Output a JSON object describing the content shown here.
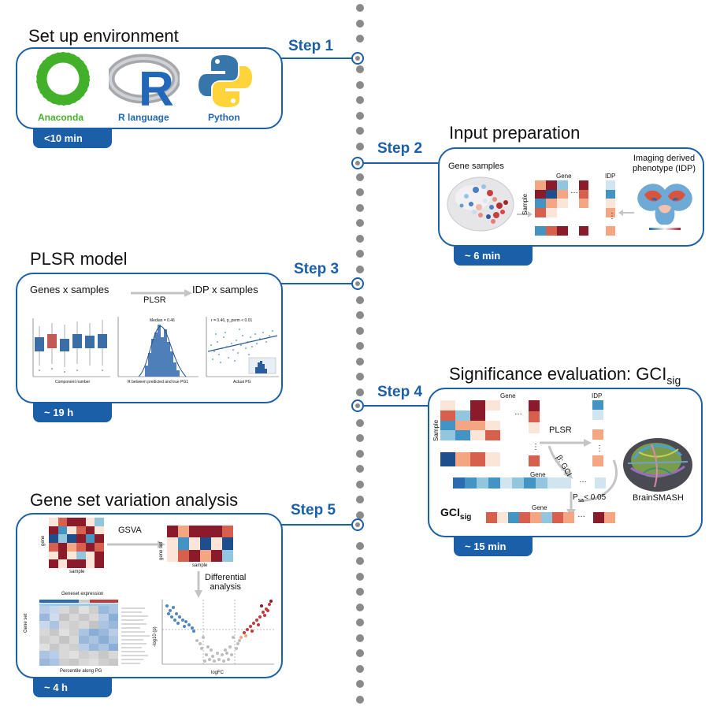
{
  "colors": {
    "accent": "#1a5fa8",
    "dot": "#8a8a8a",
    "arrow": "#c4c4c4",
    "dark_red": "#8b1a2b",
    "red": "#d6604d",
    "light_red": "#f4a582",
    "pale": "#fbe4d8",
    "light_blue": "#92c5de",
    "blue": "#4393c3",
    "dark_blue": "#1f4e8c"
  },
  "steps": {
    "s1": {
      "label": "Step 1",
      "title": "Set up environment",
      "time": "<10 min",
      "logos": {
        "anaconda": "Anaconda",
        "r": "R language",
        "python": "Python"
      }
    },
    "s2": {
      "label": "Step 2",
      "title": "Input preparation",
      "time": "~ 6 min",
      "gene_samples": "Gene samples",
      "gene": "Gene",
      "idp": "IDP",
      "sample": "Sample",
      "phenotype": "Imaging derived\nphenotype (IDP)",
      "dots": "…",
      "vdots": "⋮"
    },
    "s3": {
      "label": "Step 3",
      "title": "PLSR model",
      "time": "~ 19 h",
      "left": "Genes x samples",
      "arrow": "PLSR",
      "right": "IDP x samples",
      "median": "Median = 0.46",
      "corr": "r = 0.46, p_perm < 0.01",
      "xlab1": "Component number",
      "xlab2": "R between predicted and true PG1",
      "xlab3": "Actual PG"
    },
    "s4": {
      "label": "Step 4",
      "title_main": "Significance evaluation: GCI",
      "title_sub": "sig",
      "time": "~ 15 min",
      "gene": "Gene",
      "idp": "IDP",
      "sample": "Sample",
      "plsr": "PLSR",
      "beta": "β: GCI",
      "gene2": "Gene",
      "gene3": "Gene",
      "psa": "P",
      "psa_sub": "sa",
      "psa_rest": "< 0.05",
      "gci_main": "GCI",
      "gci_sub": "sig",
      "brainsmash": "BrainSMASH",
      "dots": "…",
      "vdots": "⋮"
    },
    "s5": {
      "label": "Step 5",
      "title": "Gene set variation analysis",
      "time": "~ 4 h",
      "gsva": "GSVA",
      "diff": "Differential\nanalysis",
      "sample": "sample",
      "gene": "gene",
      "geneset": "gene set",
      "sample2": "sample",
      "geneset_expr": "Geneset expression",
      "geneset_y": "Gene set",
      "bottom_x": "Percentile along PG",
      "volcano_x": "logFC",
      "volcano_y": "-log10 (p)"
    }
  }
}
